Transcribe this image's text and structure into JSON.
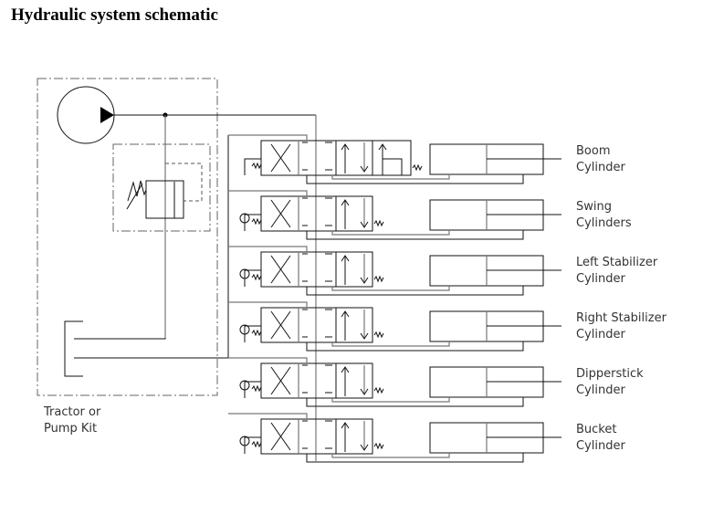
{
  "title": "Hydraulic system schematic",
  "power_unit": {
    "label_line1": "Tractor or",
    "label_line2": "Pump Kit",
    "components": [
      "pump",
      "relief-valve",
      "tank-return"
    ]
  },
  "valve_sections": [
    {
      "id": "boom",
      "label_line1": "Boom",
      "label_line2": "Cylinder",
      "has_float_position": true,
      "has_pilot_gauge": false
    },
    {
      "id": "swing",
      "label_line1": "Swing",
      "label_line2": "Cylinders",
      "has_float_position": false,
      "has_pilot_gauge": true
    },
    {
      "id": "left-stabilizer",
      "label_line1": "Left Stabilizer",
      "label_line2": "Cylinder",
      "has_float_position": false,
      "has_pilot_gauge": true
    },
    {
      "id": "right-stabilizer",
      "label_line1": "Right Stabilizer",
      "label_line2": "Cylinder",
      "has_float_position": false,
      "has_pilot_gauge": true
    },
    {
      "id": "dipperstick",
      "label_line1": "Dipperstick",
      "label_line2": "Cylinder",
      "has_float_position": false,
      "has_pilot_gauge": true
    },
    {
      "id": "bucket",
      "label_line1": "Bucket",
      "label_line2": "Cylinder",
      "has_float_position": false,
      "has_pilot_gauge": true
    }
  ]
}
